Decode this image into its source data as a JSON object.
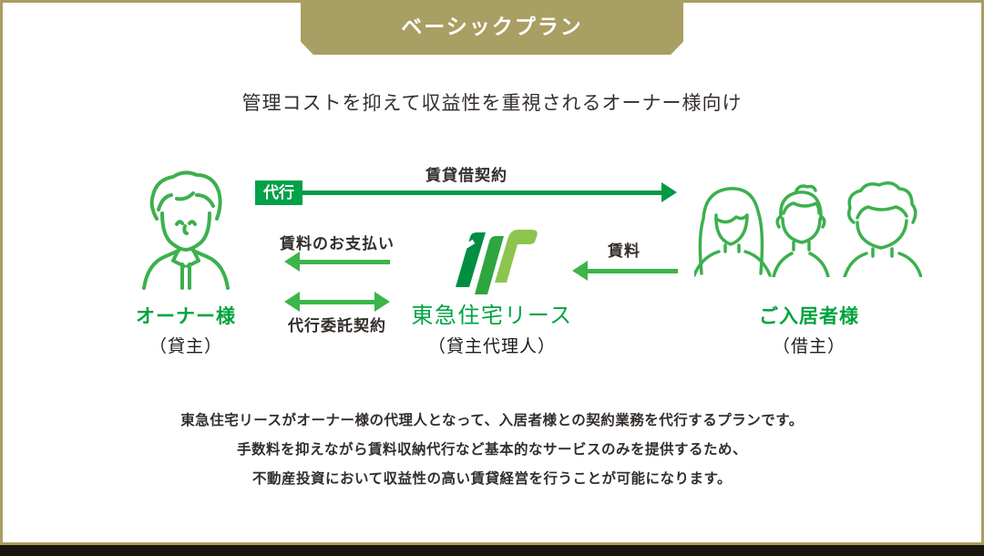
{
  "colors": {
    "accent_gold": "#A99E63",
    "bottom_strip": "#17150E",
    "arrow_dark_green": "#009A44",
    "arrow_green": "#3CB54A",
    "badge_green": "#00A149",
    "figure_green": "#3CB04E",
    "label_green": "#00A33E",
    "logo_text_green": "#00A445",
    "logo_dark": "#008E43",
    "logo_mid": "#2FA540",
    "logo_light": "#8CC44E",
    "text_dark": "#332E2B"
  },
  "header": {
    "tab_label": "ベーシックプラン"
  },
  "subtitle": "管理コストを抑えて収益性を重視されるオーナー様向け",
  "diagram": {
    "owner": {
      "name": "オーナー様",
      "role": "（貸主）"
    },
    "company": {
      "name": "東急住宅リース",
      "role": "（貸主代理人）"
    },
    "tenants": {
      "name": "ご入居者様",
      "role": "（借主）"
    },
    "arrows": {
      "lease_contract": {
        "badge": "代行",
        "label": "賃貸借契約"
      },
      "rent_payment": {
        "label": "賃料のお支払い"
      },
      "agency_contract": {
        "label": "代行委託契約"
      },
      "rent": {
        "label": "賃料"
      }
    }
  },
  "description": {
    "lines": [
      "東急住宅リースがオーナー様の代理人となって、入居者様との契約業務を代行するプランです。",
      "手数料を抑えながら賃料収納代行など基本的なサービスのみを提供するため、",
      "不動産投資において収益性の高い賃貸経営を行うことが可能になります。"
    ]
  }
}
